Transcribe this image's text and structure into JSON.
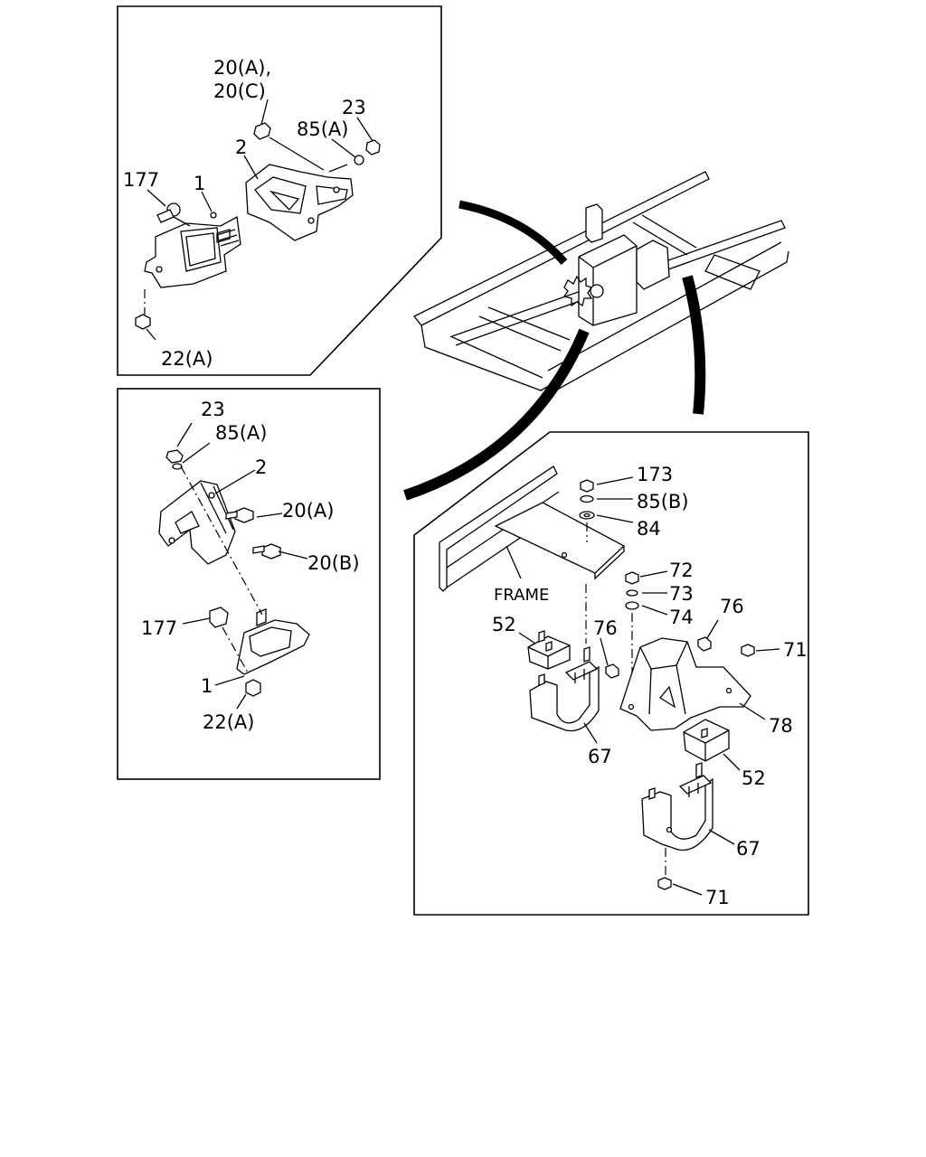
{
  "diagram": {
    "panel_top_left": {
      "labels": {
        "l20ac_a": "20(A),",
        "l20ac_c": "20(C)",
        "l23": "23",
        "l85a": "85(A)",
        "l2": "2",
        "l177": "177",
        "l1": "1",
        "l22a": "22(A)"
      }
    },
    "panel_mid_left": {
      "labels": {
        "l23": "23",
        "l85a": "85(A)",
        "l2": "2",
        "l20a": "20(A)",
        "l20b": "20(B)",
        "l177": "177",
        "l1": "1",
        "l22a": "22(A)"
      }
    },
    "panel_right": {
      "labels": {
        "l173": "173",
        "l85b": "85(B)",
        "l84": "84",
        "l72": "72",
        "l73": "73",
        "l74": "74",
        "frame": "FRAME",
        "l52a": "52",
        "l76a": "76",
        "l76b": "76",
        "l71a": "71",
        "l78": "78",
        "l52b": "52",
        "l67a": "67",
        "l67b": "67",
        "l71b": "71"
      }
    }
  }
}
